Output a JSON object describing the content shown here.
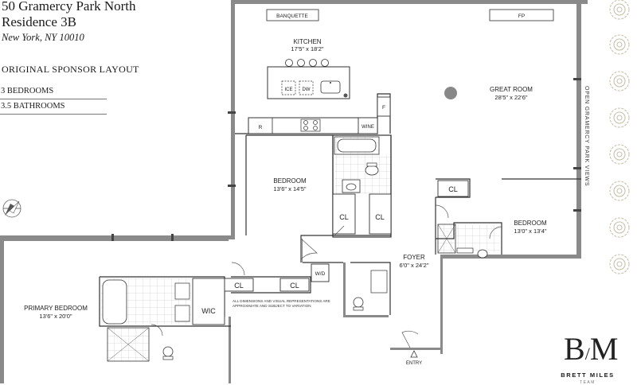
{
  "header": {
    "address": "50 Gramercy Park North",
    "residence": "Residence 3B",
    "city": "New York, NY 10010",
    "layout_note": "ORIGINAL SPONSOR LAYOUT",
    "specs": [
      "3 BEDROOMS",
      "3.5 BATHROOMS"
    ]
  },
  "rooms": {
    "kitchen": {
      "name": "KITCHEN",
      "dims": "17'5\" x 18'2\""
    },
    "great_room": {
      "name": "GREAT ROOM",
      "dims": "28'5\" x 22'6\""
    },
    "bedroom_center": {
      "name": "BEDROOM",
      "dims": "13'6\" x 14'5\""
    },
    "bedroom_east": {
      "name": "BEDROOM",
      "dims": "13'0\" x 13'4\""
    },
    "foyer": {
      "name": "FOYER",
      "dims": "6'0\" x 24'2\""
    },
    "primary_bedroom": {
      "name": "PRIMARY BEDROOM",
      "dims": "13'6\" x 20'0\""
    }
  },
  "fixtures": {
    "banquette": "BANQUETTE",
    "fireplace": "FP",
    "ice": "ICE",
    "dishwasher": "DW",
    "refrigerator": "R",
    "freezer": "F",
    "wine": "WINE",
    "closet": "CL",
    "walk_in_closet": "WIC",
    "washer_dryer": "W/D",
    "entry": "ENTRY"
  },
  "notes": {
    "views": "OPEN GRAMERCY PARK VIEWS",
    "disclaimer": [
      "ALL DIMENSIONS AND VISUAL REPRESENTATIONS ARE",
      "APPROXIMATE AND SUBJECT TO VARIATION"
    ]
  },
  "brand": {
    "monogram_b": "B",
    "monogram_m": "M",
    "name": "BRETT MILES",
    "tagline": "TEAM"
  },
  "colors": {
    "wall": "#8a8a8a",
    "line": "#333333",
    "tree": "#c8c2ae"
  }
}
